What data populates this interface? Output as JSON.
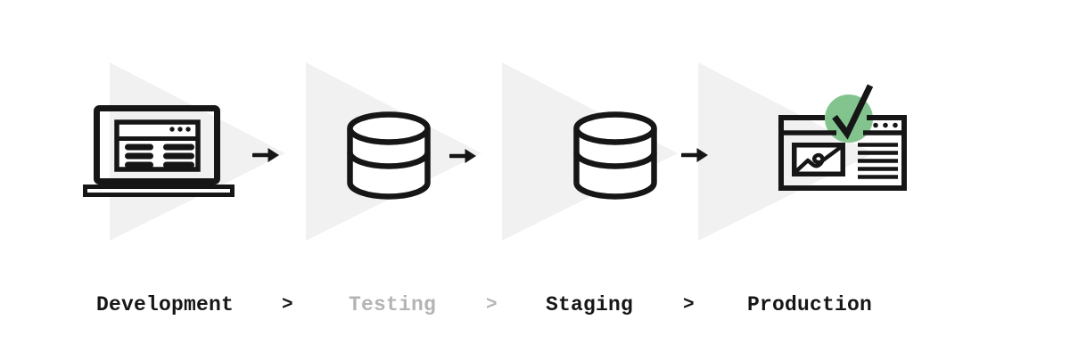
{
  "stages": [
    {
      "label": "Development",
      "icon": "laptop-browser",
      "muted": false
    },
    {
      "label": "Testing",
      "icon": "database",
      "muted": true
    },
    {
      "label": "Staging",
      "icon": "database",
      "muted": false
    },
    {
      "label": "Production",
      "icon": "browser-approved-check",
      "muted": false
    }
  ],
  "separators": [
    {
      "glyph": ">",
      "muted": false
    },
    {
      "glyph": ">",
      "muted": true
    },
    {
      "glyph": ">",
      "muted": false
    }
  ],
  "flow_arrows": [
    {
      "icon": "arrow-right"
    },
    {
      "icon": "arrow-right"
    },
    {
      "icon": "arrow-right"
    }
  ],
  "colors": {
    "ink": "#161616",
    "muted_text": "#b4b4b4",
    "watermark_triangle": "#f1f1f2",
    "success_green": "#83c48e",
    "background": "#ffffff"
  }
}
